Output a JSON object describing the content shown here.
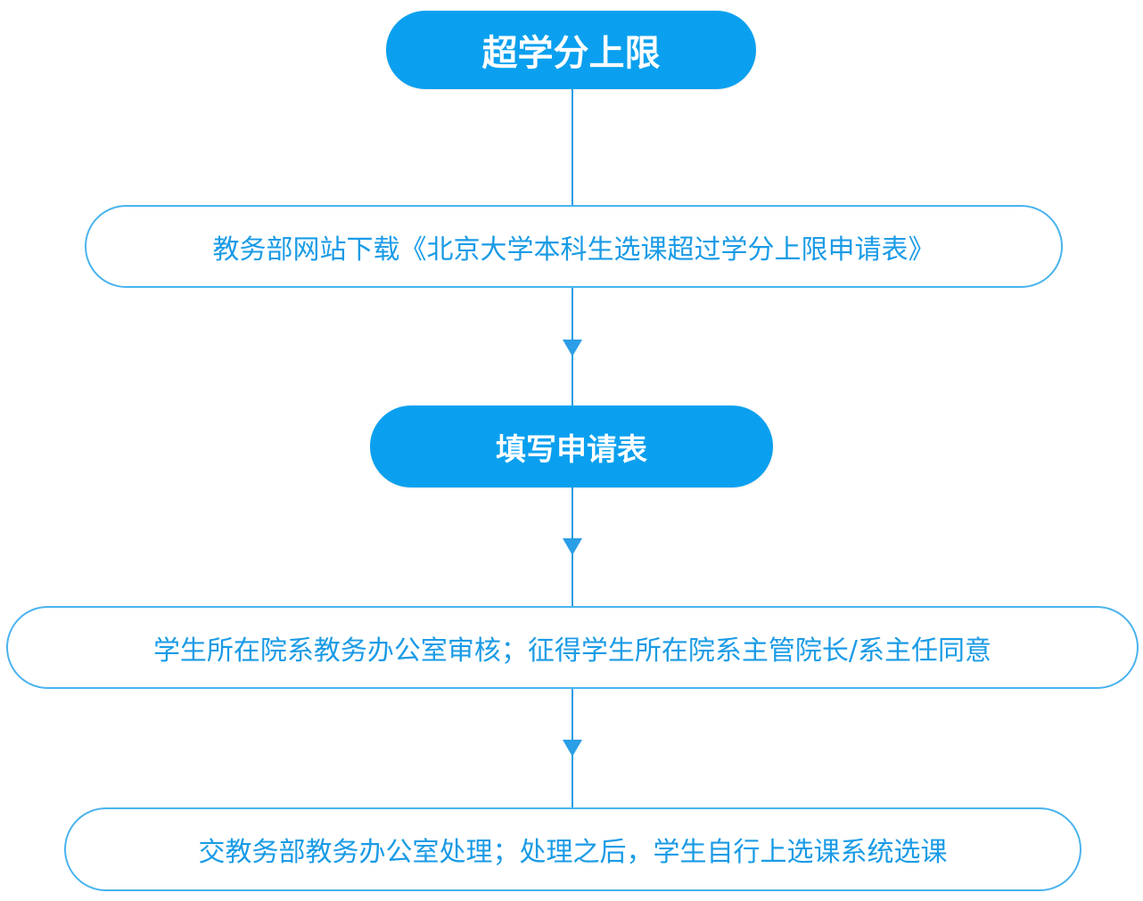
{
  "flowchart": {
    "colors": {
      "filled_node": "#0aa0ef",
      "outline": "#49b3ee",
      "text": "#1a9be6",
      "connector": "#2a9ee6"
    },
    "steps": [
      {
        "text": "超学分上限",
        "style": "filled"
      },
      {
        "text": "教务部网站下载《北京大学本科生选课超过学分上限申请表》",
        "style": "outlined"
      },
      {
        "text": "填写申请表",
        "style": "filled"
      },
      {
        "text": "学生所在院系教务办公室审核；征得学生所在院系主管院长/系主任同意",
        "style": "outlined"
      },
      {
        "text": "交教务部教务办公室处理；处理之后，学生自行上选课系统选课",
        "style": "outlined"
      }
    ]
  }
}
